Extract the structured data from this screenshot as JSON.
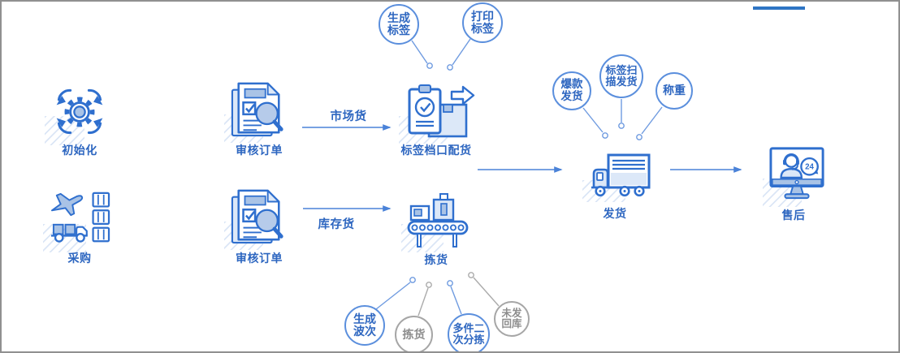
{
  "colors": {
    "primary_blue": "#2d66c0",
    "icon_stroke": "#2f6fce",
    "icon_fill_light": "#dce8f8",
    "icon_fill_mid": "#a9c3e6",
    "bubble_blue_border": "#5b8fdd",
    "bubble_gray": "#a6a6a6",
    "arrow_blue": "#4a82d8",
    "accent_bar": "#2e75c4"
  },
  "stages": [
    {
      "label": "初始化"
    },
    {
      "label": "采购"
    },
    {
      "label": "审核订单"
    },
    {
      "label": "审核订单"
    },
    {
      "label": "标签档口配货"
    },
    {
      "label": "拣货"
    },
    {
      "label": "发货"
    },
    {
      "label": "售后"
    }
  ],
  "flows": [
    {
      "label": "市场货"
    },
    {
      "label": "库存货"
    }
  ],
  "bubbles": {
    "label_ops": [
      {
        "lines": [
          "生成",
          "标签"
        ],
        "tone": "blue"
      },
      {
        "lines": [
          "打印",
          "标签"
        ],
        "tone": "blue"
      }
    ],
    "ship_ops": [
      {
        "lines": [
          "爆款",
          "发货"
        ],
        "tone": "blue"
      },
      {
        "lines": [
          "标签扫",
          "描发货"
        ],
        "tone": "blue"
      },
      {
        "lines": [
          "称重"
        ],
        "tone": "blue"
      }
    ],
    "pick_ops": [
      {
        "lines": [
          "生成",
          "波次"
        ],
        "tone": "blue"
      },
      {
        "lines": [
          "拣货"
        ],
        "tone": "gray"
      },
      {
        "lines": [
          "多件二",
          "次分拣"
        ],
        "tone": "blue"
      },
      {
        "lines": [
          "未发",
          "回库"
        ],
        "tone": "gray"
      }
    ]
  },
  "icons": {
    "support_badge": "24"
  }
}
